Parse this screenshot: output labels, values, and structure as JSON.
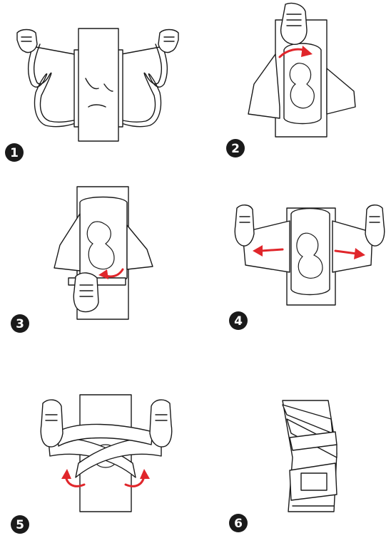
{
  "steps": [
    {
      "number": "1"
    },
    {
      "number": "2"
    },
    {
      "number": "3"
    },
    {
      "number": "4"
    },
    {
      "number": "5"
    },
    {
      "number": "6"
    }
  ],
  "colors": {
    "arrow": "#e0262b",
    "ink": "#1a1a1a",
    "badge": "#1a1a1a",
    "background": "#ffffff"
  }
}
